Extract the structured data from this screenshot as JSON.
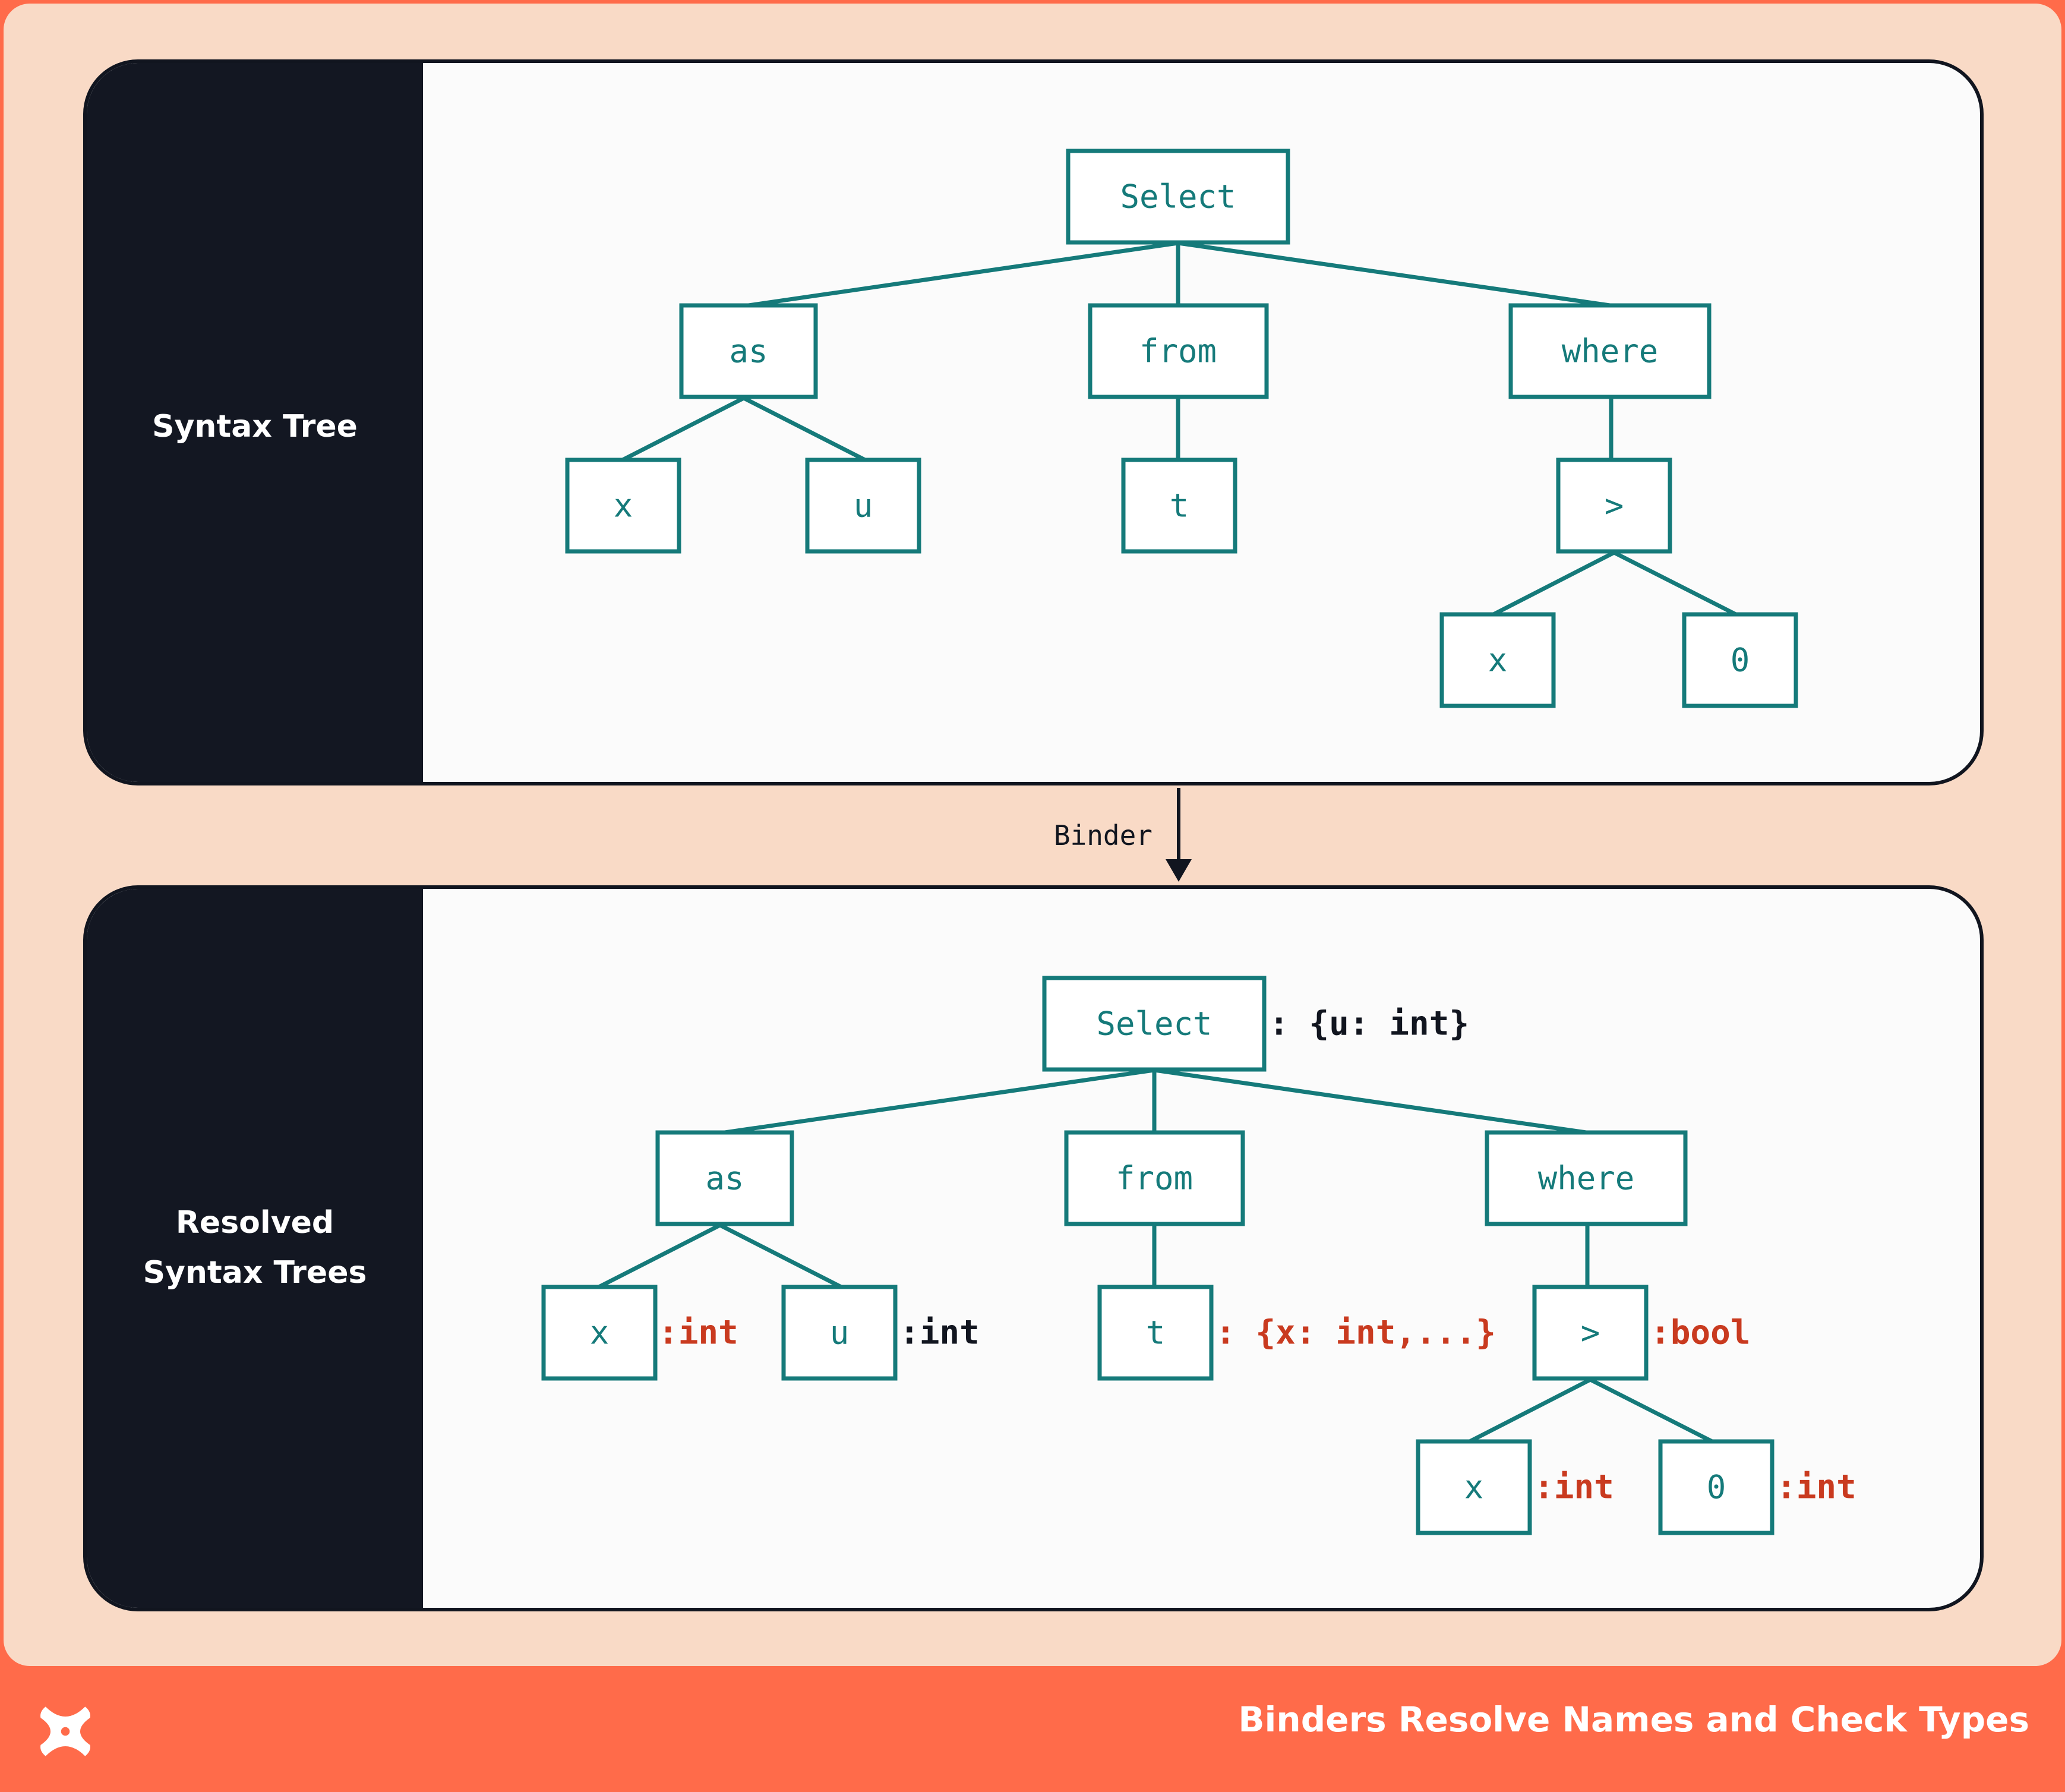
{
  "top_panel": {
    "label": "Syntax Tree"
  },
  "bottom_panel": {
    "label_line1": "Resolved",
    "label_line2": "Syntax Trees"
  },
  "arrow": {
    "label": "Binder"
  },
  "tree_top": {
    "select": "Select",
    "as": "as",
    "from": "from",
    "where": "where",
    "x": "x",
    "u": "u",
    "t": "t",
    "gt": ">",
    "x2": "x",
    "zero": "0"
  },
  "tree_bottom": {
    "select": "Select",
    "as": "as",
    "from": "from",
    "where": "where",
    "x": "x",
    "u": "u",
    "t": "t",
    "gt": ">",
    "x2": "x",
    "zero": "0"
  },
  "annotations": {
    "select_type": ": {u: int}",
    "x_type": ":int",
    "u_type": ":int",
    "t_type": ": {x: int,...}",
    "gt_type": ":bool",
    "x2_type": ":int",
    "zero_type": ":int"
  },
  "colors": {
    "node_stroke": "#157a7a",
    "annotation_red": "#c93a1f",
    "annotation_dark": "#11151f",
    "panel_bg": "#f9dac6",
    "footer_bg": "#ff6b4a",
    "side_bg": "#131722"
  },
  "footer": {
    "title": "Binders Resolve Names and Check Types",
    "logo_icon": "x-logo-icon"
  }
}
